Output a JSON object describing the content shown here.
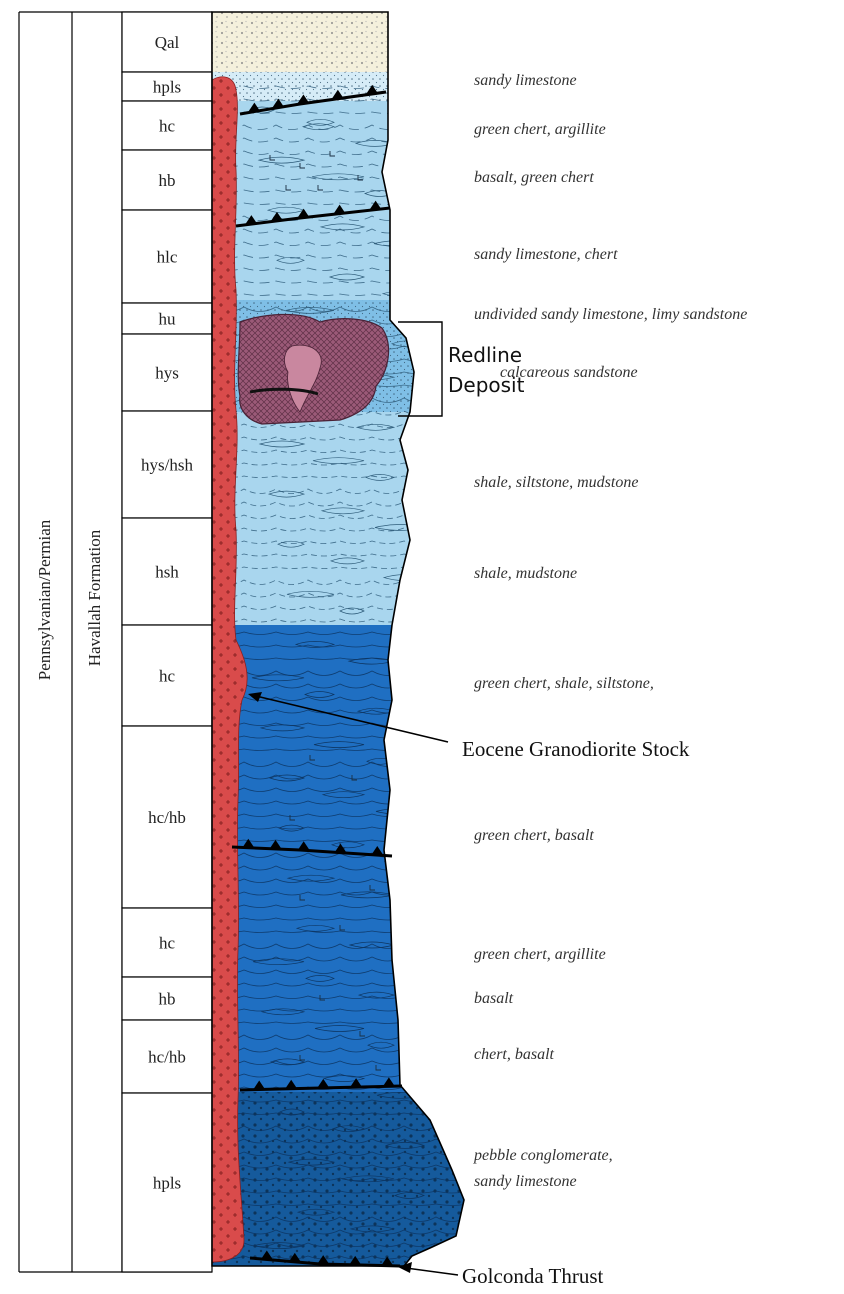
{
  "column": {
    "period_label": "Pennsylvanian/Permian",
    "formation_label": "Havallah Formation",
    "units": [
      {
        "code": "Qal"
      },
      {
        "code": "hpls"
      },
      {
        "code": "hc"
      },
      {
        "code": "hb"
      },
      {
        "code": "hlc"
      },
      {
        "code": "hu"
      },
      {
        "code": "hys"
      },
      {
        "code": "hys/hsh"
      },
      {
        "code": "hsh"
      },
      {
        "code": "hc"
      },
      {
        "code": "hc/hb"
      },
      {
        "code": "hc"
      },
      {
        "code": "hb"
      },
      {
        "code": "hc/hb"
      },
      {
        "code": "hpls"
      }
    ],
    "lithologies": [
      "sandy limestone",
      "green chert, argillite",
      "basalt, green chert",
      "sandy limestone, chert",
      "undivided sandy limestone, limy sandstone",
      "calcareous sandstone",
      "shale, siltstone, mudstone",
      "shale, mudstone",
      "green chert, shale, siltstone,",
      "green chert, basalt",
      "green chert, argillite",
      "basalt",
      "chert, basalt",
      "pebble conglomerate,",
      "sandy limestone"
    ]
  },
  "annotations": {
    "deposit_line1": "Redline",
    "deposit_line2": "Deposit",
    "stock": "Eocene Granodiorite Stock",
    "thrust": "Golconda Thrust"
  },
  "colors": {
    "alluvium": "#f4f0dc",
    "pale_blue": "#d6ecf7",
    "light_blue": "#a9d6ee",
    "mid_blue": "#7fbfe6",
    "deep_blue": "#1f6fc2",
    "dark_blue": "#155a9c",
    "granodiorite": "#d94b4b",
    "redline_deposit": "#9b5a78"
  }
}
